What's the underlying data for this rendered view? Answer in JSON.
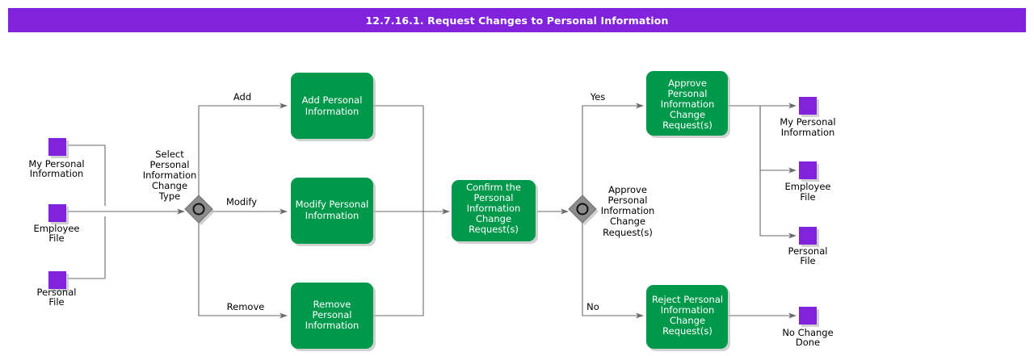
{
  "header": {
    "title": "12.7.16.1. Request Changes to Personal Information",
    "background_color": "#8122DD",
    "text_color": "#ffffff"
  },
  "theme": {
    "task_fill": "#00994C",
    "task_text": "#ffffff",
    "data_object_fill": "#8122DD",
    "gateway_fill": "#8c8c8c",
    "gateway_stroke": "#4d4d4d",
    "connector_color": "#6b6b6b",
    "canvas_background": "#ffffff"
  },
  "diagram": {
    "type": "bpmn-process-flow",
    "inputs": [
      {
        "id": "in-my-personal-information",
        "label_line1": "My Personal",
        "label_line2": "Information",
        "shape": "data-object"
      },
      {
        "id": "in-employee-file",
        "label_line1": "Employee",
        "label_line2": "File",
        "shape": "data-object"
      },
      {
        "id": "in-personal-file",
        "label_line1": "Personal",
        "label_line2": "File",
        "shape": "data-object"
      }
    ],
    "gateways": [
      {
        "id": "gateway-select-change-type",
        "kind": "inclusive",
        "label_lines": [
          "Select",
          "Personal",
          "Information",
          "Change",
          "Type"
        ]
      },
      {
        "id": "gateway-approve-change-request",
        "kind": "inclusive",
        "label_lines": [
          "Approve",
          "Personal",
          "Information",
          "Change",
          "Request(s)"
        ]
      }
    ],
    "tasks": [
      {
        "id": "task-add-personal-information",
        "label_lines": [
          "Add Personal",
          "Information"
        ]
      },
      {
        "id": "task-modify-personal-information",
        "label_lines": [
          "Modify Personal",
          "Information"
        ]
      },
      {
        "id": "task-remove-personal-information",
        "label_lines": [
          "Remove",
          "Personal",
          "Information"
        ]
      },
      {
        "id": "task-confirm-change-request",
        "label_lines": [
          "Confirm the",
          "Personal",
          "Information",
          "Change",
          "Request(s)"
        ]
      },
      {
        "id": "task-approve-change-request",
        "label_lines": [
          "Approve",
          "Personal",
          "Information",
          "Change",
          "Request(s)"
        ]
      },
      {
        "id": "task-reject-change-request",
        "label_lines": [
          "Reject Personal",
          "Information",
          "Change",
          "Request(s)"
        ]
      }
    ],
    "edge_labels": {
      "add": "Add",
      "modify": "Modify",
      "remove": "Remove",
      "yes": "Yes",
      "no": "No"
    },
    "outputs": [
      {
        "id": "out-my-personal-information",
        "label_line1": "My Personal",
        "label_line2": "Information",
        "shape": "data-object"
      },
      {
        "id": "out-employee-file",
        "label_line1": "Employee",
        "label_line2": "File",
        "shape": "data-object"
      },
      {
        "id": "out-personal-file",
        "label_line1": "Personal",
        "label_line2": "File",
        "shape": "data-object"
      },
      {
        "id": "out-no-change-done",
        "label_line1": "No Change",
        "label_line2": "Done",
        "shape": "data-object"
      }
    ]
  }
}
